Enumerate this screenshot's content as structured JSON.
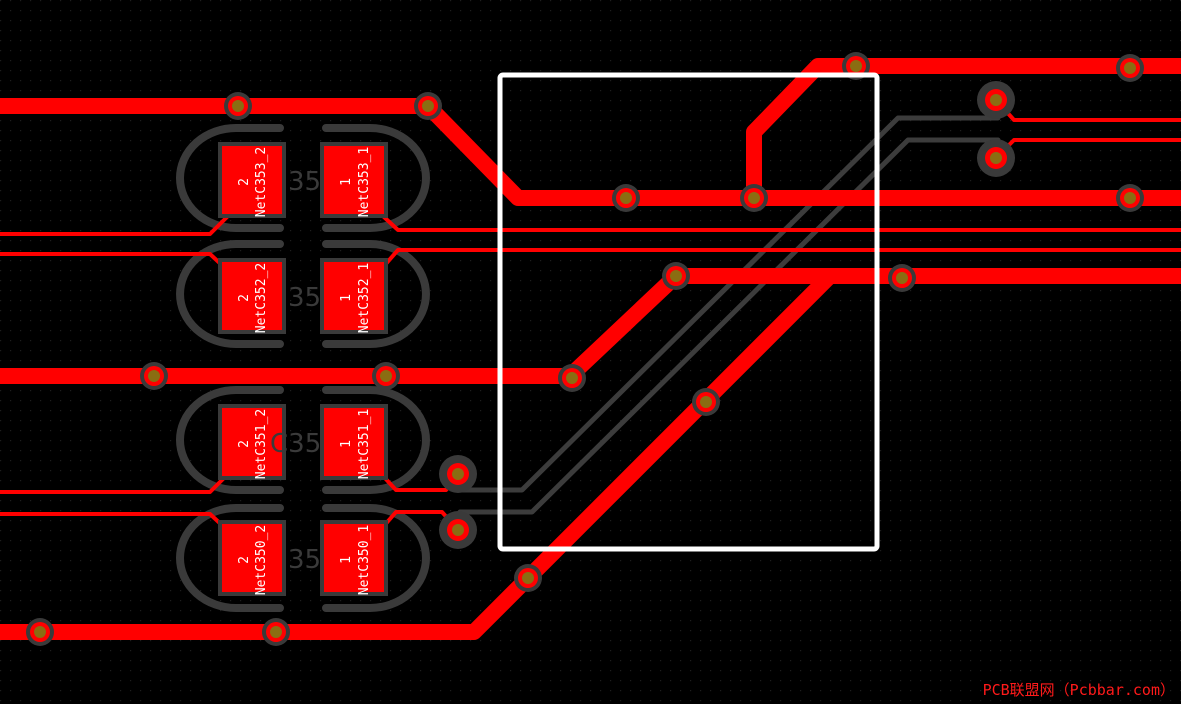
{
  "board": {
    "background": "#000000",
    "grid_color": "#1e1e1e",
    "colors": {
      "top_copper": "#ff0000",
      "trace_dim": "#3c3c3c",
      "silkscreen": "#3a3a3a",
      "via_ring": "#3a3a3a",
      "via_hole": "#8a6d12",
      "selection_box": "#ffffff"
    }
  },
  "components": [
    {
      "designator_visible": "35",
      "pads": [
        {
          "number": "2",
          "net": "NetC353_2"
        },
        {
          "number": "1",
          "net": "NetC353_1"
        }
      ]
    },
    {
      "designator_visible": "35",
      "pads": [
        {
          "number": "2",
          "net": "NetC352_2"
        },
        {
          "number": "1",
          "net": "NetC352_1"
        }
      ]
    },
    {
      "designator_visible": "C35",
      "pads": [
        {
          "number": "2",
          "net": "NetC351_2"
        },
        {
          "number": "1",
          "net": "NetC351_1"
        }
      ]
    },
    {
      "designator_visible": "35",
      "pads": [
        {
          "number": "2",
          "net": "NetC350_2"
        },
        {
          "number": "1",
          "net": "NetC350_1"
        }
      ]
    }
  ],
  "watermark": "PCB联盟网（Pcbbar.com）"
}
